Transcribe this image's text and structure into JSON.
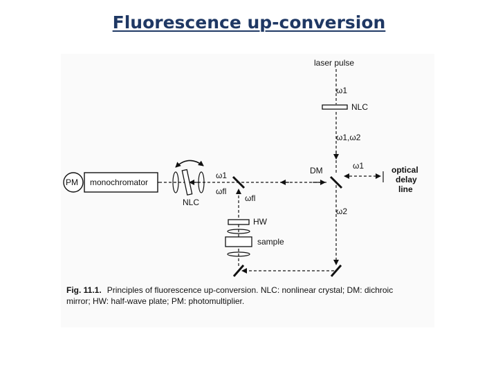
{
  "slide": {
    "title": "Fluorescence up-conversion"
  },
  "diagram": {
    "labels": {
      "laser_pulse": "laser pulse",
      "omega1_top": "ω1",
      "nlc_top": "NLC",
      "omega12": "ω1,ω2",
      "dm": "DM",
      "omega1_right": "ω1",
      "optical_delay_line": [
        "optical",
        "delay",
        "line"
      ],
      "omega2": "ω2",
      "pm": "PM",
      "monochromator": "monochromator",
      "nlc_left": "NLC",
      "omega1_left": "ω1",
      "omega_fl_left": "ωfl",
      "omega_fl_mid": "ωfl",
      "hw": "HW",
      "sample": "sample"
    },
    "caption": {
      "fig_label": "Fig. 11.1.",
      "text": "Principles of fluorescence up-conversion. NLC: nonlinear crystal; DM: dichroic mirror; HW: half-wave plate; PM: photomultiplier."
    }
  }
}
